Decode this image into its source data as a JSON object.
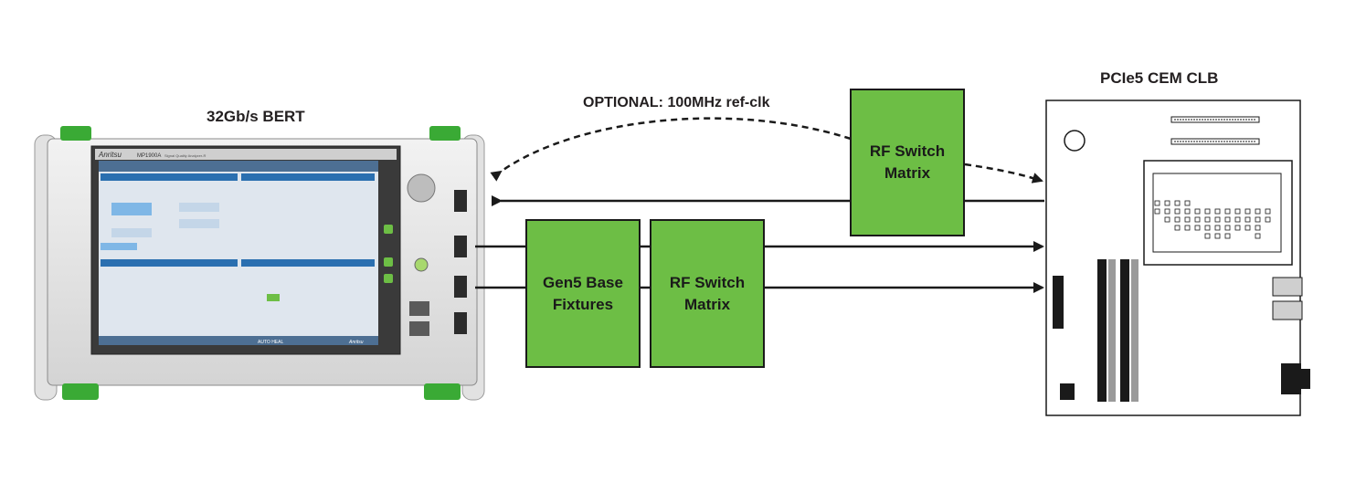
{
  "labels": {
    "bert_title": "32Gb/s BERT",
    "clb_title": "PCIe5 CEM CLB",
    "optional_note": "OPTIONAL: 100MHz ref-clk"
  },
  "boxes": {
    "rf_switch_top": "RF Switch\nMatrix",
    "gen5_fixtures": "Gen5 Base\nFixtures",
    "rf_switch_bottom": "RF Switch\nMatrix"
  },
  "instrument": {
    "brand": "Anritsu",
    "model": "MP1900A",
    "model_subtitle": "Signal Quality Analyzer-R",
    "status_text": "AUTO HEAL",
    "footer_brand": "Anritsu"
  },
  "colors": {
    "box_fill": "#6dbe45",
    "line": "#1a1a1a",
    "screen_blue": "#2a6fb0",
    "handle_green": "#3aaa35"
  }
}
